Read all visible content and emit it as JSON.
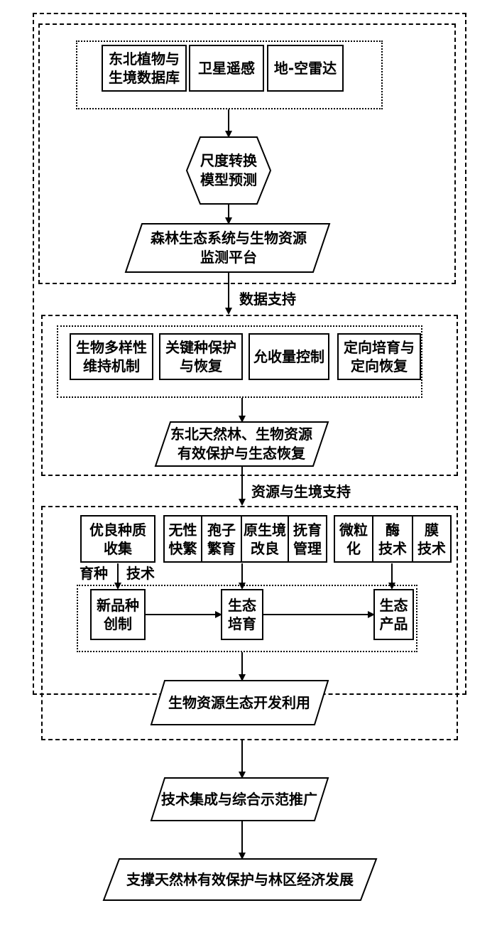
{
  "monitoring": {
    "sources": [
      "东北植物与\n生境数据库",
      "卫星遥感",
      "地-空雷达"
    ],
    "model": "尺度转换\n模型预测",
    "platform": "森林生态系统与生物资源\n监测平台"
  },
  "edge_labels": {
    "data_support": "数据支持",
    "habitat_support": "资源与生境支持",
    "breeding": "育种",
    "technology": "技术"
  },
  "protection": {
    "items": [
      "生物多样性\n维持机制",
      "关键种保护\n与恢复",
      "允收量控制",
      "定向培育与\n定向恢复"
    ],
    "result": "东北天然林、生物资源\n有效保护与生态恢复"
  },
  "development": {
    "germplasm": "优良种质\n收集",
    "cultivation_items": [
      "无性\n快繁",
      "孢子\n繁育",
      "原生境\n改良",
      "抚育\n管理"
    ],
    "processing_items": [
      "微粒\n化",
      "酶\n技术",
      "膜\n技术"
    ],
    "chain": [
      "新品种\n创制",
      "生态\n培育",
      "生态\n产品"
    ],
    "result": "生物资源生态开发利用"
  },
  "integration": "技术集成与综合示范推广",
  "final": "支撑天然林有效保护与林区经济发展"
}
